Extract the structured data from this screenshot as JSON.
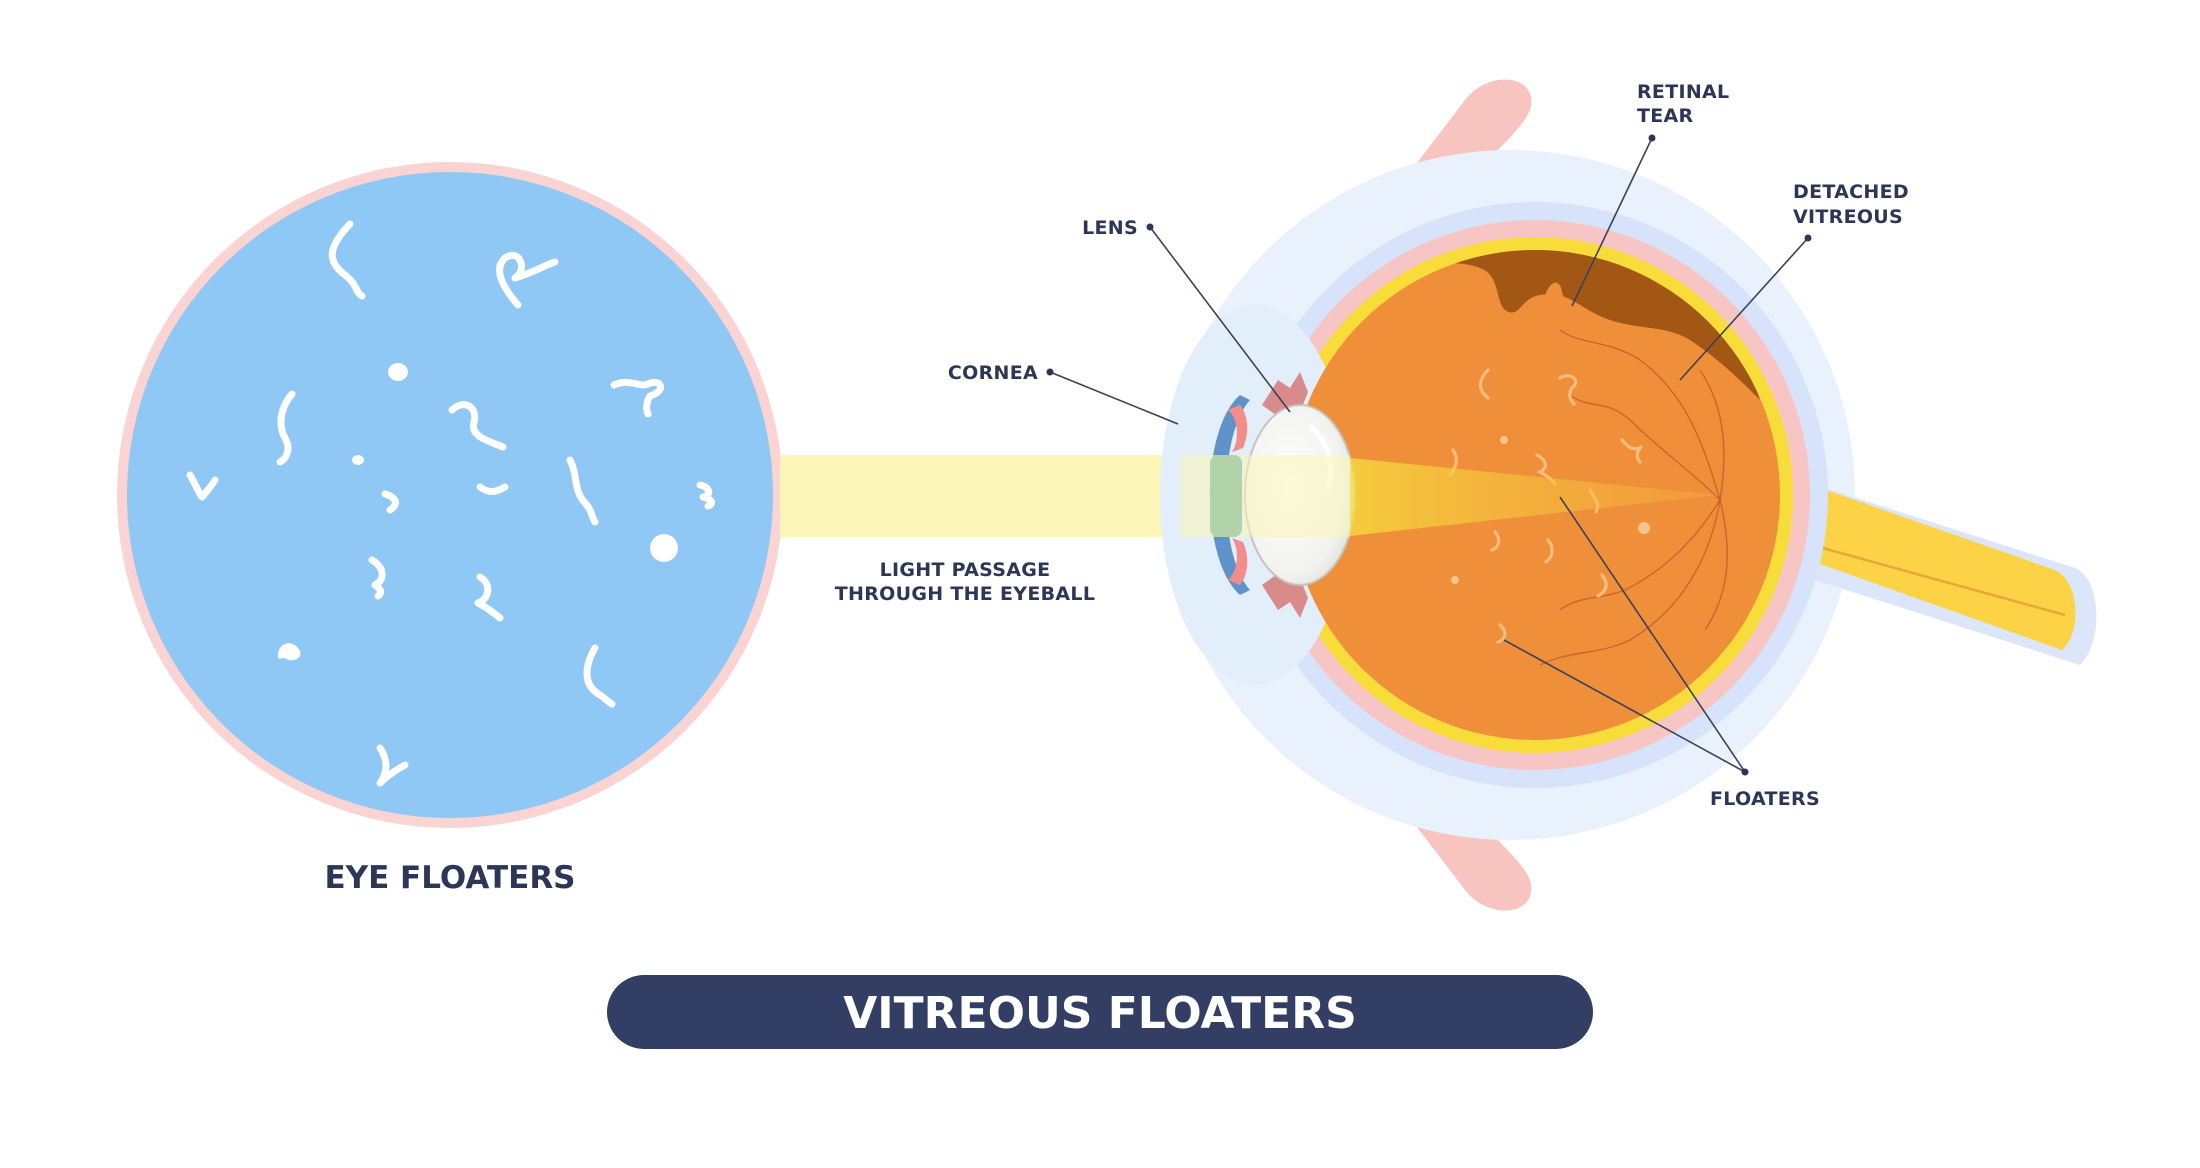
{
  "title": "VITREOUS FLOATERS",
  "left_panel": {
    "caption": "EYE FLOATERS"
  },
  "beam": {
    "label_line1": "LIGHT PASSAGE",
    "label_line2": "THROUGH THE EYEBALL"
  },
  "labels": {
    "lens": "LENS",
    "cornea": "CORNEA",
    "retinal_tear_line1": "RETINAL",
    "retinal_tear_line2": "TEAR",
    "detached_vitreous_line1": "DETACHED",
    "detached_vitreous_line2": "VITREOUS",
    "floaters": "FLOATERS"
  },
  "colors": {
    "circle_fill": "#8fc7f5",
    "circle_border": "#f9d4d2",
    "banner": "#323e63",
    "vitreous": "#ef8f3a",
    "optic_nerve": "#fcd346",
    "beam": "#fbf6b8",
    "text": "#2c3656"
  }
}
